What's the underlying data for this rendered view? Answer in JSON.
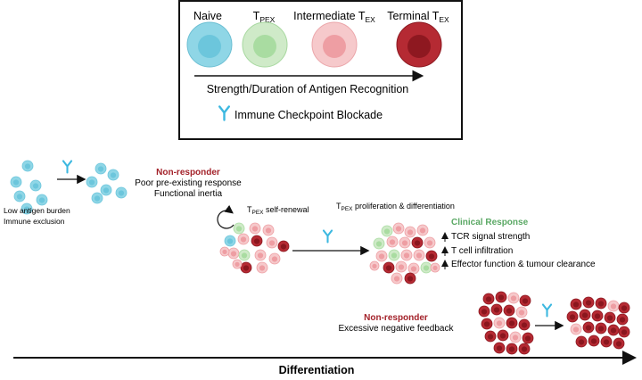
{
  "legend": {
    "stages": [
      {
        "label": "Naive",
        "sub": ""
      },
      {
        "label": "T",
        "sub": "PEX"
      },
      {
        "label": "Intermediate T",
        "sub": "EX"
      },
      {
        "label": "Terminal T",
        "sub": "EX"
      }
    ],
    "gradient_label": "Strength/Duration of Antigen Recognition",
    "icb_label": "Immune Checkpoint Blockade"
  },
  "colors": {
    "naive": "#8fd6e6",
    "tpex": "#bfe5b8",
    "intermediate": "#f2b3b6",
    "terminal": "#a3222a",
    "antibody": "#3cb8e0",
    "nonresponder": "#a3222a",
    "clinical": "#5aa864"
  },
  "scenario1": {
    "left_caption_1": "Low antigen burden",
    "left_caption_2": "Immune exclusion",
    "title": "Non-responder",
    "line1": "Poor pre-existing response",
    "line2": "Functional inertia"
  },
  "scenario2": {
    "renewal_label_T": "T",
    "renewal_label_sub": "PEX",
    "renewal_label_rest": " self-renewal",
    "prolif_label_T": "T",
    "prolif_label_sub": "PEX",
    "prolif_label_rest": " proliferation & differentiation",
    "response_title": "Clinical Response",
    "response_items": [
      "TCR signal strength",
      "T cell infiltration",
      "Effector function & tumour clearance"
    ]
  },
  "scenario3": {
    "title": "Non-responder",
    "line1": "Excessive negative feedback"
  },
  "axis_label": "Differentiation"
}
